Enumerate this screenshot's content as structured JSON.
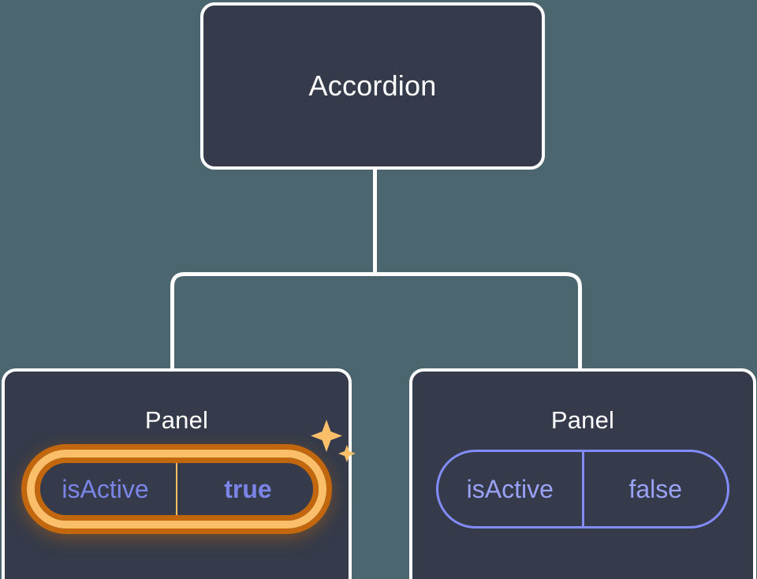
{
  "diagram": {
    "type": "component-tree",
    "background_color": "#4c6670",
    "node_fill_color": "#353b4a",
    "node_border_color": "#ffffff",
    "connector_color": "#ffffff",
    "prop_text_color": "#818cf8",
    "highlight_color": "#fbbf6a",
    "highlight_outer_color": "#c2670e"
  },
  "root": {
    "label": "Accordion"
  },
  "panels": [
    {
      "title": "Panel",
      "prop": {
        "name": "isActive",
        "value": "true"
      },
      "highlighted": true,
      "sparkle_icon": "sparkles-icon"
    },
    {
      "title": "Panel",
      "prop": {
        "name": "isActive",
        "value": "false"
      },
      "highlighted": false
    }
  ]
}
